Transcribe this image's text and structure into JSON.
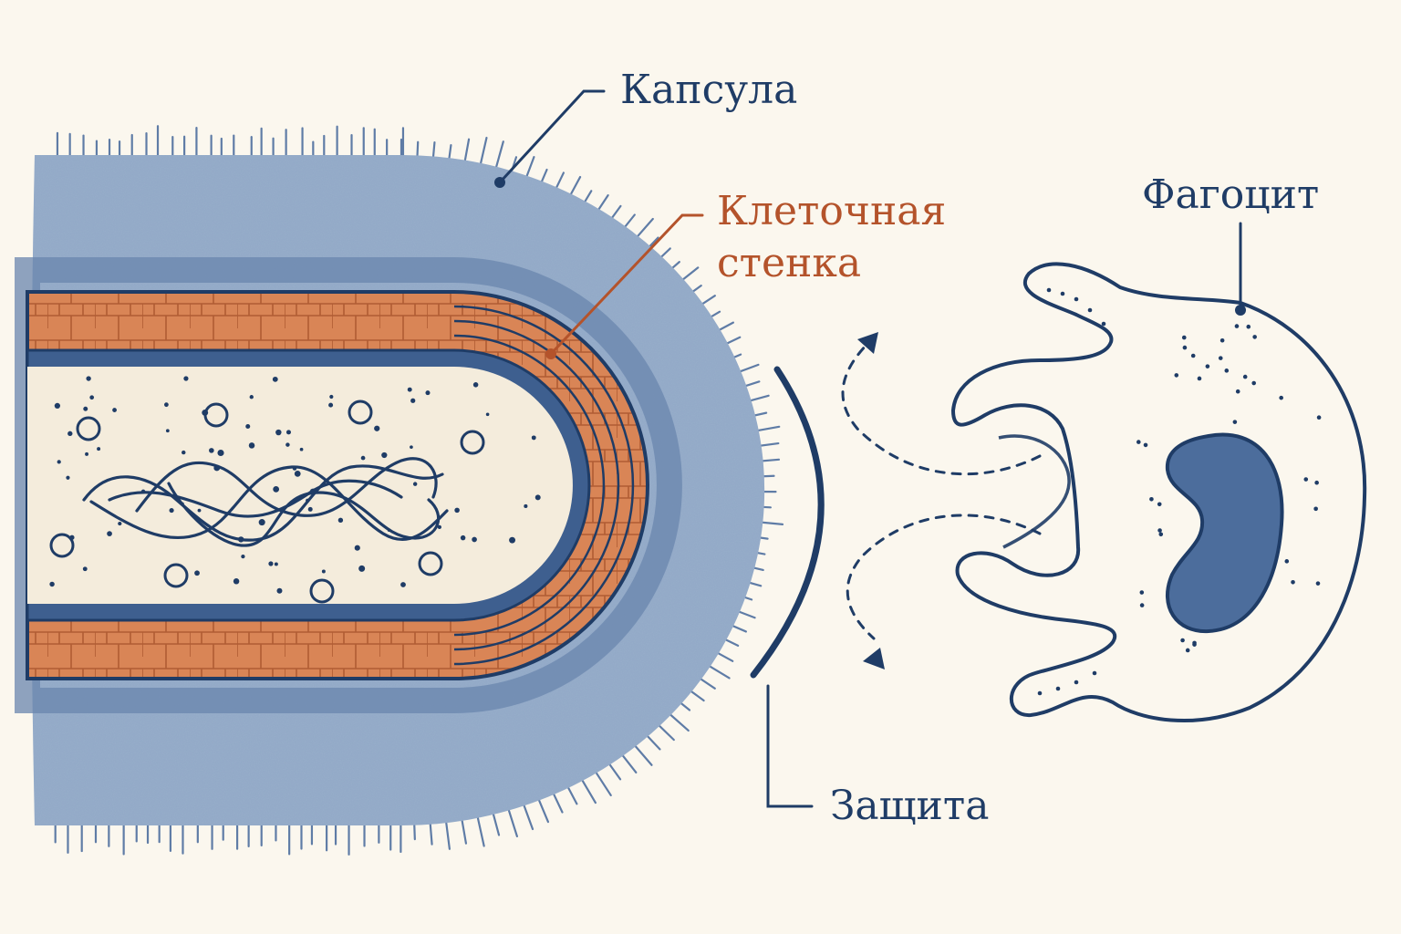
{
  "labels": {
    "capsule": "Капсула",
    "cell_wall_line1": "Клеточная",
    "cell_wall_line2": "стенка",
    "phagocyte": "Фагоцит",
    "protection": "Защита"
  },
  "colors": {
    "background": "#fbf7ee",
    "ink_navy": "#1f3c66",
    "capsule_blue": "#90a8c6",
    "capsule_dark": "#6985ad",
    "membrane_blue": "#3e5f8f",
    "cell_wall_orange": "#d98556",
    "cell_wall_text": "#b4532b",
    "cytoplasm": "#f4ecdc",
    "nucleus_blue": "#4c6d9c"
  }
}
